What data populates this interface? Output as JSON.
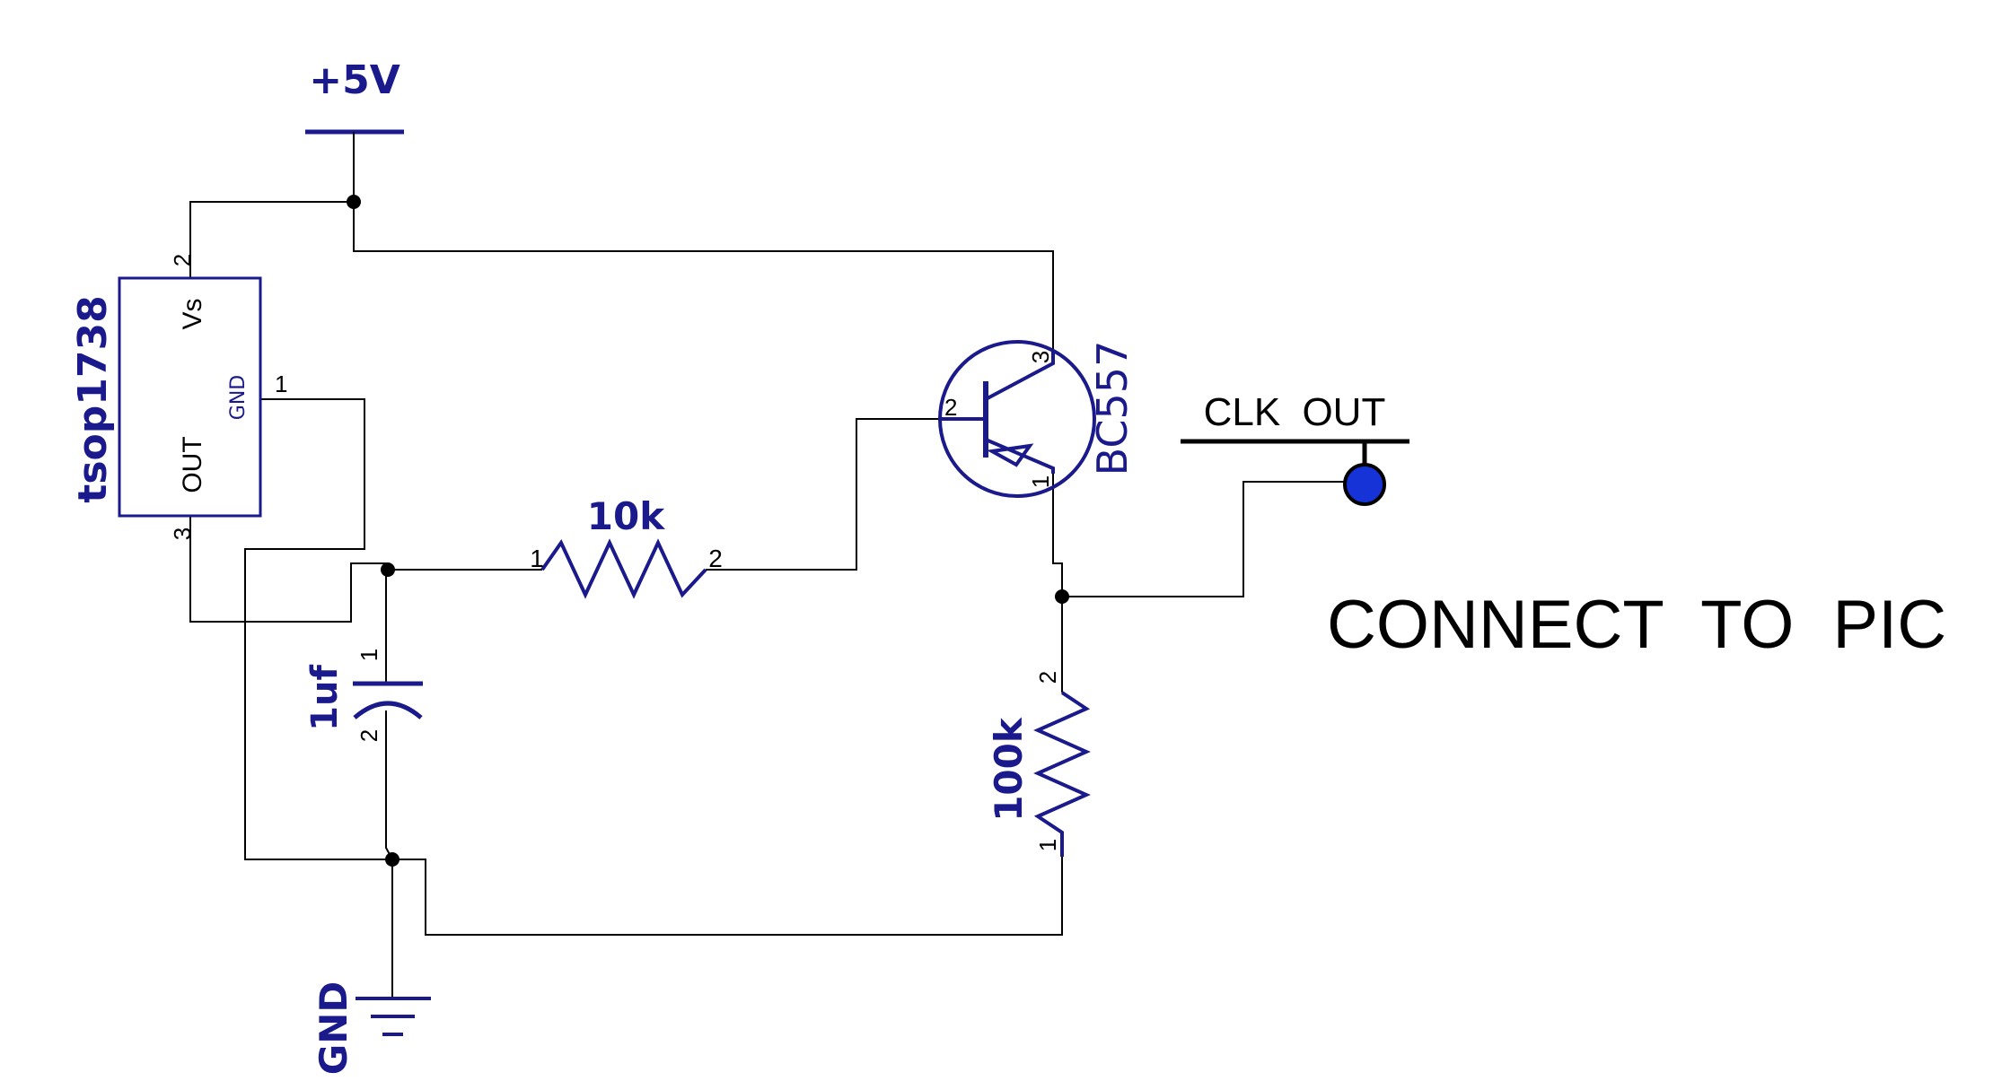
{
  "colors": {
    "wire": "#000000",
    "symbol": "#1a1a8c",
    "io_pad": "#1533d6"
  },
  "supply": {
    "label": "+5V"
  },
  "ground": {
    "label": "GND"
  },
  "ic": {
    "name": "tsop1738",
    "pin_vs_label": "Vs",
    "pin_gnd_label": "GND",
    "pin_out_label": "OUT",
    "pin_vs_num": "2",
    "pin_gnd_num": "1",
    "pin_out_num": "3"
  },
  "resistor_r1": {
    "value": "10k",
    "pin1": "1",
    "pin2": "2"
  },
  "resistor_r2": {
    "value": "100k",
    "pin1": "1",
    "pin2": "2"
  },
  "capacitor": {
    "value": "1uf",
    "pin1": "1",
    "pin2": "2"
  },
  "transistor": {
    "name": "BC557",
    "pin_base": "2",
    "pin_collector": "1",
    "pin_emitter": "3"
  },
  "output": {
    "label": "CLK OUT"
  },
  "note": {
    "text": "CONNECT TO PIC"
  }
}
